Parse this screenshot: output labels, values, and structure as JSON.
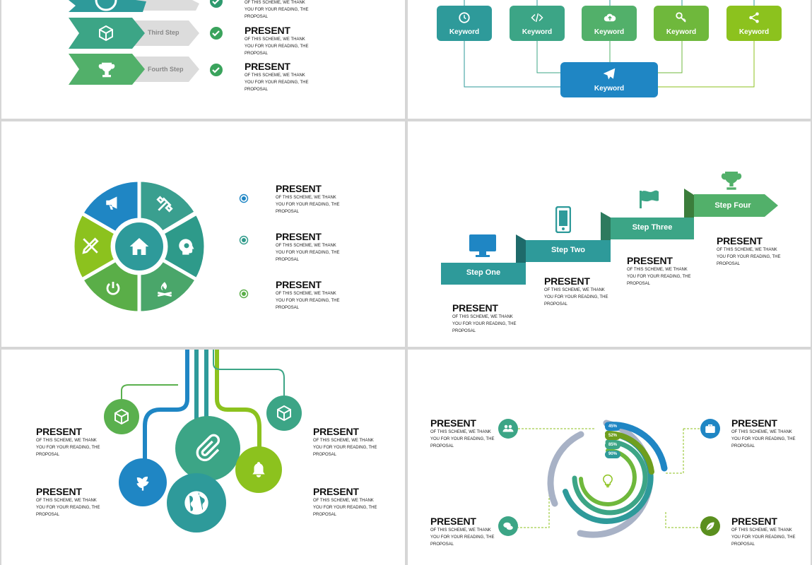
{
  "common": {
    "heading": "PRESENT",
    "body": "OF THIS SCHEME, WE THANK YOU FOR YOUR READING, THE PROPOSAL"
  },
  "slide1": {
    "steps": [
      "Third Step",
      "Fourth Step"
    ],
    "top_body": "OF THIS SCHEME, WE THANK YOU FOR YOUR READING, THE PROPOSAL"
  },
  "slide2": {
    "keywords": [
      "Keyword",
      "Keyword",
      "Keyword",
      "Keyword",
      "Keyword"
    ],
    "center_keyword": "Keyword"
  },
  "slide4": {
    "steps": [
      "Step One",
      "Step Two",
      "Step Three",
      "Step Four"
    ]
  },
  "slide6": {
    "percents": [
      "45%",
      "52%",
      "85%",
      "90%"
    ]
  },
  "colors": {
    "teal": "#2e9a9a",
    "green": "#5ab04e",
    "lime": "#8cc21e",
    "blue": "#1f86c4",
    "grey": "#a8b2c6"
  },
  "icons": [
    "check-icon",
    "cube-icon",
    "trophy-icon",
    "clock-icon",
    "code-icon",
    "cloud-upload-icon",
    "key-icon",
    "share-icon",
    "paper-plane-icon",
    "megaphone-icon",
    "tools-icon",
    "pencil-ruler-icon",
    "home-icon",
    "brain-icon",
    "power-icon",
    "campfire-icon",
    "radio-icon",
    "monitor-icon",
    "phone-icon",
    "flag-icon",
    "leaf-icon",
    "paperclip-icon",
    "bell-icon",
    "globe-icon",
    "users-icon",
    "briefcase-icon",
    "chat-icon",
    "lightbulb-icon"
  ]
}
